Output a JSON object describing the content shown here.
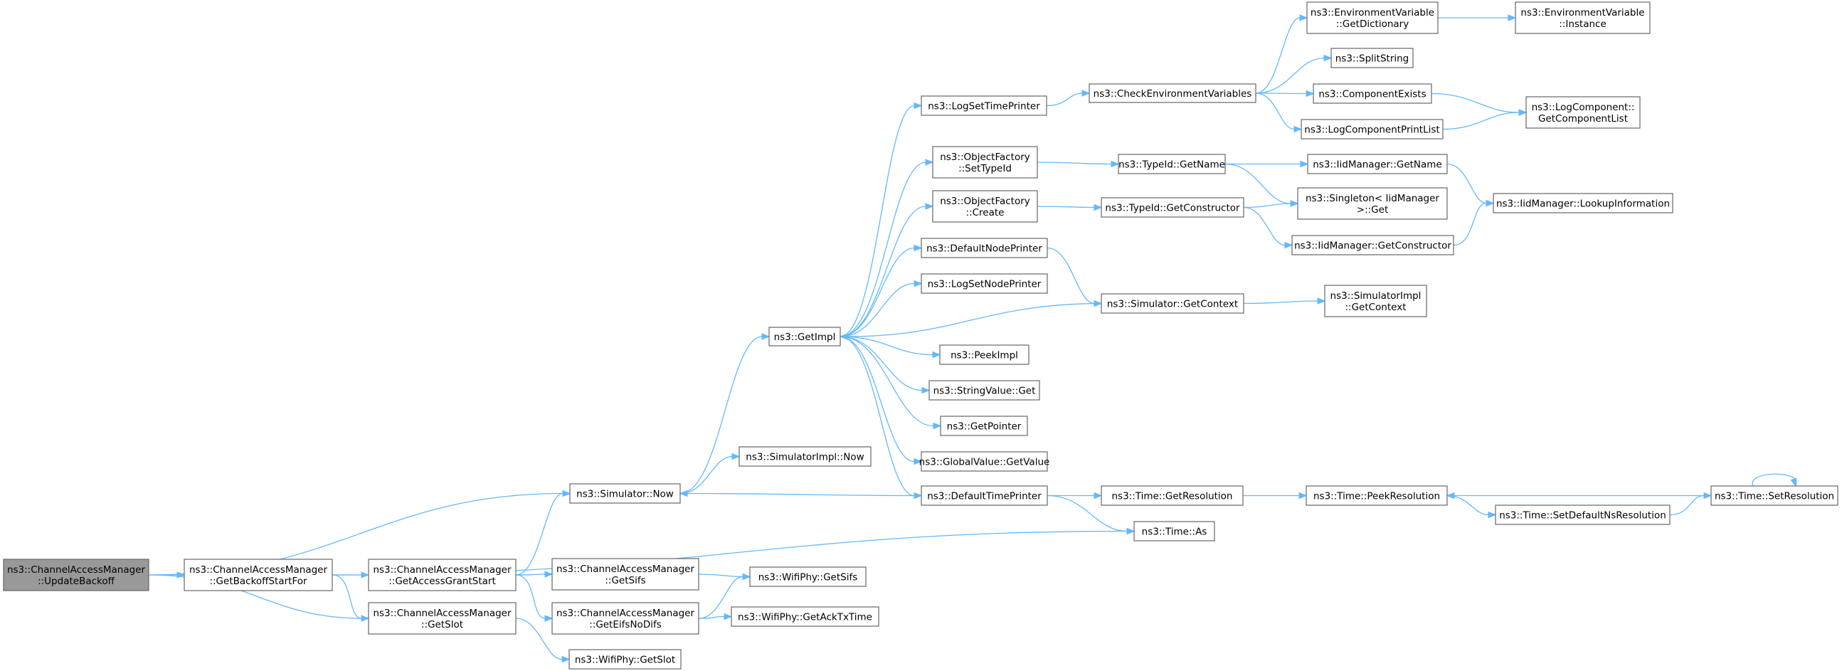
{
  "nodes": [
    {
      "id": "n0",
      "lines": [
        "ns3::ChannelAccessManager",
        "::UpdateBackoff"
      ],
      "root": true
    },
    {
      "id": "n1",
      "lines": [
        "ns3::ChannelAccessManager",
        "::GetBackoffStartFor"
      ]
    },
    {
      "id": "n2",
      "lines": [
        "ns3::Simulator::Now"
      ]
    },
    {
      "id": "n3",
      "lines": [
        "ns3::ChannelAccessManager",
        "::GetAccessGrantStart"
      ]
    },
    {
      "id": "n4",
      "lines": [
        "ns3::ChannelAccessManager",
        "::GetSlot"
      ]
    },
    {
      "id": "n5",
      "lines": [
        "ns3::Time::As"
      ]
    },
    {
      "id": "n6",
      "lines": [
        "ns3::GetImpl"
      ]
    },
    {
      "id": "n7",
      "lines": [
        "ns3::SimulatorImpl::Now"
      ]
    },
    {
      "id": "n8",
      "lines": [
        "ns3::ChannelAccessManager",
        "::GetSifs"
      ]
    },
    {
      "id": "n9",
      "lines": [
        "ns3::ChannelAccessManager",
        "::GetEifsNoDifs"
      ]
    },
    {
      "id": "n10",
      "lines": [
        "ns3::WifiPhy::GetSifs"
      ]
    },
    {
      "id": "n11",
      "lines": [
        "ns3::WifiPhy::GetAckTxTime"
      ]
    },
    {
      "id": "n12",
      "lines": [
        "ns3::WifiPhy::GetSlot"
      ]
    },
    {
      "id": "n13",
      "lines": [
        "ns3::LogSetTimePrinter"
      ]
    },
    {
      "id": "n14",
      "lines": [
        "ns3::ObjectFactory",
        "::SetTypeId"
      ]
    },
    {
      "id": "n15",
      "lines": [
        "ns3::ObjectFactory",
        "::Create"
      ]
    },
    {
      "id": "n16",
      "lines": [
        "ns3::DefaultNodePrinter"
      ]
    },
    {
      "id": "n17",
      "lines": [
        "ns3::LogSetNodePrinter"
      ]
    },
    {
      "id": "n18",
      "lines": [
        "ns3::PeekImpl"
      ]
    },
    {
      "id": "n19",
      "lines": [
        "ns3::StringValue::Get"
      ]
    },
    {
      "id": "n20",
      "lines": [
        "ns3::GetPointer"
      ]
    },
    {
      "id": "n21",
      "lines": [
        "ns3::GlobalValue::GetValue"
      ]
    },
    {
      "id": "n22",
      "lines": [
        "ns3::DefaultTimePrinter"
      ]
    },
    {
      "id": "n23",
      "lines": [
        "ns3::CheckEnvironmentVariables"
      ]
    },
    {
      "id": "n24",
      "lines": [
        "ns3::TypeId::GetName"
      ]
    },
    {
      "id": "n25",
      "lines": [
        "ns3::TypeId::GetConstructor"
      ]
    },
    {
      "id": "n26",
      "lines": [
        "ns3::Simulator::GetContext"
      ]
    },
    {
      "id": "n27",
      "lines": [
        "ns3::Time::GetResolution"
      ]
    },
    {
      "id": "n28",
      "lines": [
        "ns3::EnvironmentVariable",
        "::GetDictionary"
      ]
    },
    {
      "id": "n29",
      "lines": [
        "ns3::SplitString"
      ]
    },
    {
      "id": "n30",
      "lines": [
        "ns3::ComponentExists"
      ]
    },
    {
      "id": "n31",
      "lines": [
        "ns3::LogComponentPrintList"
      ]
    },
    {
      "id": "n32",
      "lines": [
        "ns3::IidManager::GetName"
      ]
    },
    {
      "id": "n33",
      "lines": [
        "ns3::Singleton< IidManager",
        " >::Get"
      ]
    },
    {
      "id": "n34",
      "lines": [
        "ns3::IidManager::GetConstructor"
      ]
    },
    {
      "id": "n35",
      "lines": [
        "ns3::SimulatorImpl",
        "::GetContext"
      ]
    },
    {
      "id": "n36",
      "lines": [
        "ns3::Time::PeekResolution"
      ]
    },
    {
      "id": "n37",
      "lines": [
        "ns3::EnvironmentVariable",
        "::Instance"
      ]
    },
    {
      "id": "n38",
      "lines": [
        "ns3::LogComponent::",
        "GetComponentList"
      ]
    },
    {
      "id": "n39",
      "lines": [
        "ns3::IidManager::LookupInformation"
      ]
    },
    {
      "id": "n40",
      "lines": [
        "ns3::Time::SetDefaultNsResolution"
      ]
    },
    {
      "id": "n41",
      "lines": [
        "ns3::Time::SetResolution"
      ]
    }
  ],
  "edges": [
    [
      "n0",
      "n1"
    ],
    [
      "n0",
      "n2"
    ],
    [
      "n0",
      "n4"
    ],
    [
      "n1",
      "n3"
    ],
    [
      "n1",
      "n5"
    ],
    [
      "n1",
      "n4"
    ],
    [
      "n2",
      "n6"
    ],
    [
      "n2",
      "n7"
    ],
    [
      "n3",
      "n2"
    ],
    [
      "n3",
      "n8"
    ],
    [
      "n3",
      "n9"
    ],
    [
      "n4",
      "n12"
    ],
    [
      "n6",
      "n13"
    ],
    [
      "n6",
      "n14"
    ],
    [
      "n6",
      "n15"
    ],
    [
      "n6",
      "n16"
    ],
    [
      "n6",
      "n17"
    ],
    [
      "n6",
      "n18"
    ],
    [
      "n6",
      "n19"
    ],
    [
      "n6",
      "n20"
    ],
    [
      "n6",
      "n21"
    ],
    [
      "n6",
      "n22"
    ],
    [
      "n8",
      "n10"
    ],
    [
      "n9",
      "n10"
    ],
    [
      "n9",
      "n11"
    ],
    [
      "n13",
      "n23"
    ],
    [
      "n14",
      "n24"
    ],
    [
      "n15",
      "n25"
    ],
    [
      "n16",
      "n26"
    ],
    [
      "n22",
      "n2"
    ],
    [
      "n22",
      "n27"
    ],
    [
      "n22",
      "n5"
    ],
    [
      "n23",
      "n28"
    ],
    [
      "n23",
      "n29"
    ],
    [
      "n23",
      "n30"
    ],
    [
      "n23",
      "n31"
    ],
    [
      "n24",
      "n32"
    ],
    [
      "n24",
      "n33"
    ],
    [
      "n25",
      "n33"
    ],
    [
      "n25",
      "n34"
    ],
    [
      "n26",
      "n6"
    ],
    [
      "n26",
      "n35"
    ],
    [
      "n27",
      "n36"
    ],
    [
      "n28",
      "n37"
    ],
    [
      "n30",
      "n38"
    ],
    [
      "n31",
      "n38"
    ],
    [
      "n32",
      "n39"
    ],
    [
      "n34",
      "n39"
    ],
    [
      "n36",
      "n40"
    ],
    [
      "n40",
      "n41"
    ],
    [
      "n41",
      "n36"
    ],
    [
      "n41",
      "n41"
    ]
  ]
}
